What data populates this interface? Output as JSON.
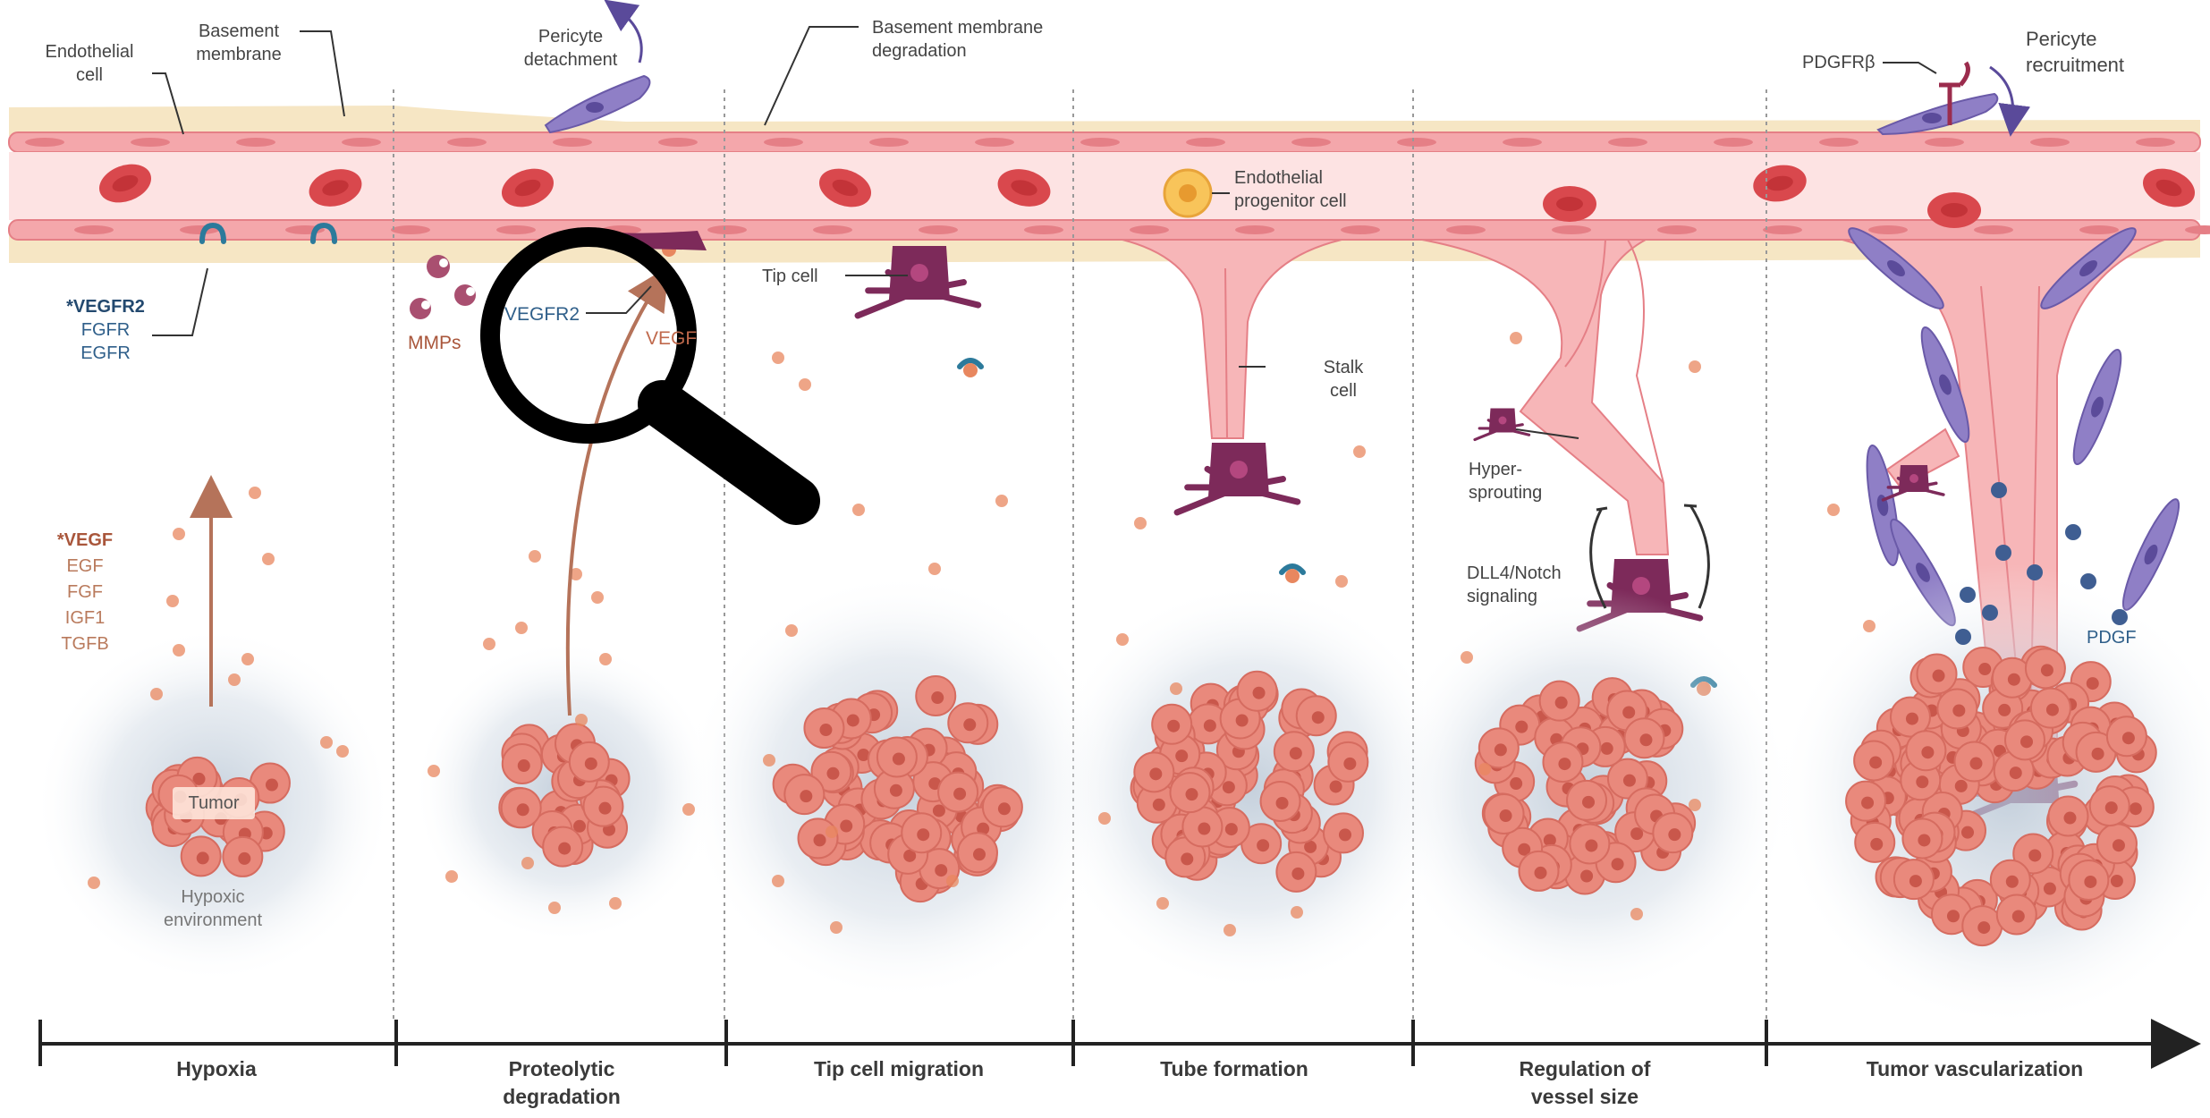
{
  "labels": {
    "endothelial_cell": [
      "Endothelial",
      "cell"
    ],
    "basement_membrane": [
      "Basement",
      "membrane"
    ],
    "pericyte_detachment": [
      "Pericyte",
      "detachment"
    ],
    "basement_membrane_degradation": [
      "Basement membrane",
      "degradation"
    ],
    "pdgfrb": "PDGFRβ",
    "pericyte_recruitment": [
      "Pericyte",
      "recruitment"
    ],
    "receptors": [
      "*VEGFR2",
      "FGFR",
      "EGFR"
    ],
    "mmps": "MMPs",
    "vegfr2": "VEGFR2",
    "vegf": "VEGF",
    "tip_cell": "Tip cell",
    "endothelial_progenitor_cell": [
      "Endothelial",
      "progenitor cell"
    ],
    "stalk_cell": [
      "Stalk",
      "cell"
    ],
    "hyper_sprouting": [
      "Hyper-",
      "sprouting"
    ],
    "dll4_notch": [
      "DLL4/Notch",
      "signaling"
    ],
    "pdgf": "PDGF",
    "growth_factors": [
      "*VEGF",
      "EGF",
      "FGF",
      "IGF1",
      "TGFB"
    ],
    "tumor": "Tumor",
    "hypoxic_environment": [
      "Hypoxic",
      "environment"
    ]
  },
  "stages": [
    [
      "Hypoxia"
    ],
    [
      "Proteolytic",
      "degradation"
    ],
    [
      "Tip cell migration"
    ],
    [
      "Tube formation"
    ],
    [
      "Regulation of",
      "vessel size"
    ],
    [
      "Tumor vascularization"
    ]
  ],
  "colors": {
    "vessel_wall": "#f4a7ab",
    "lumen": "#fde3e3",
    "basement_membrane": "#f6e6c4",
    "red_blood_cell": "#d9484d",
    "tumor": "#e9897c",
    "tip_cell": "#7d2a5a",
    "pericyte": "#8f7fc6",
    "growth_factor": "#e8875f",
    "receptor": "#2c7a9b",
    "arrow": "#b5735a",
    "magnifier": "#000000"
  }
}
